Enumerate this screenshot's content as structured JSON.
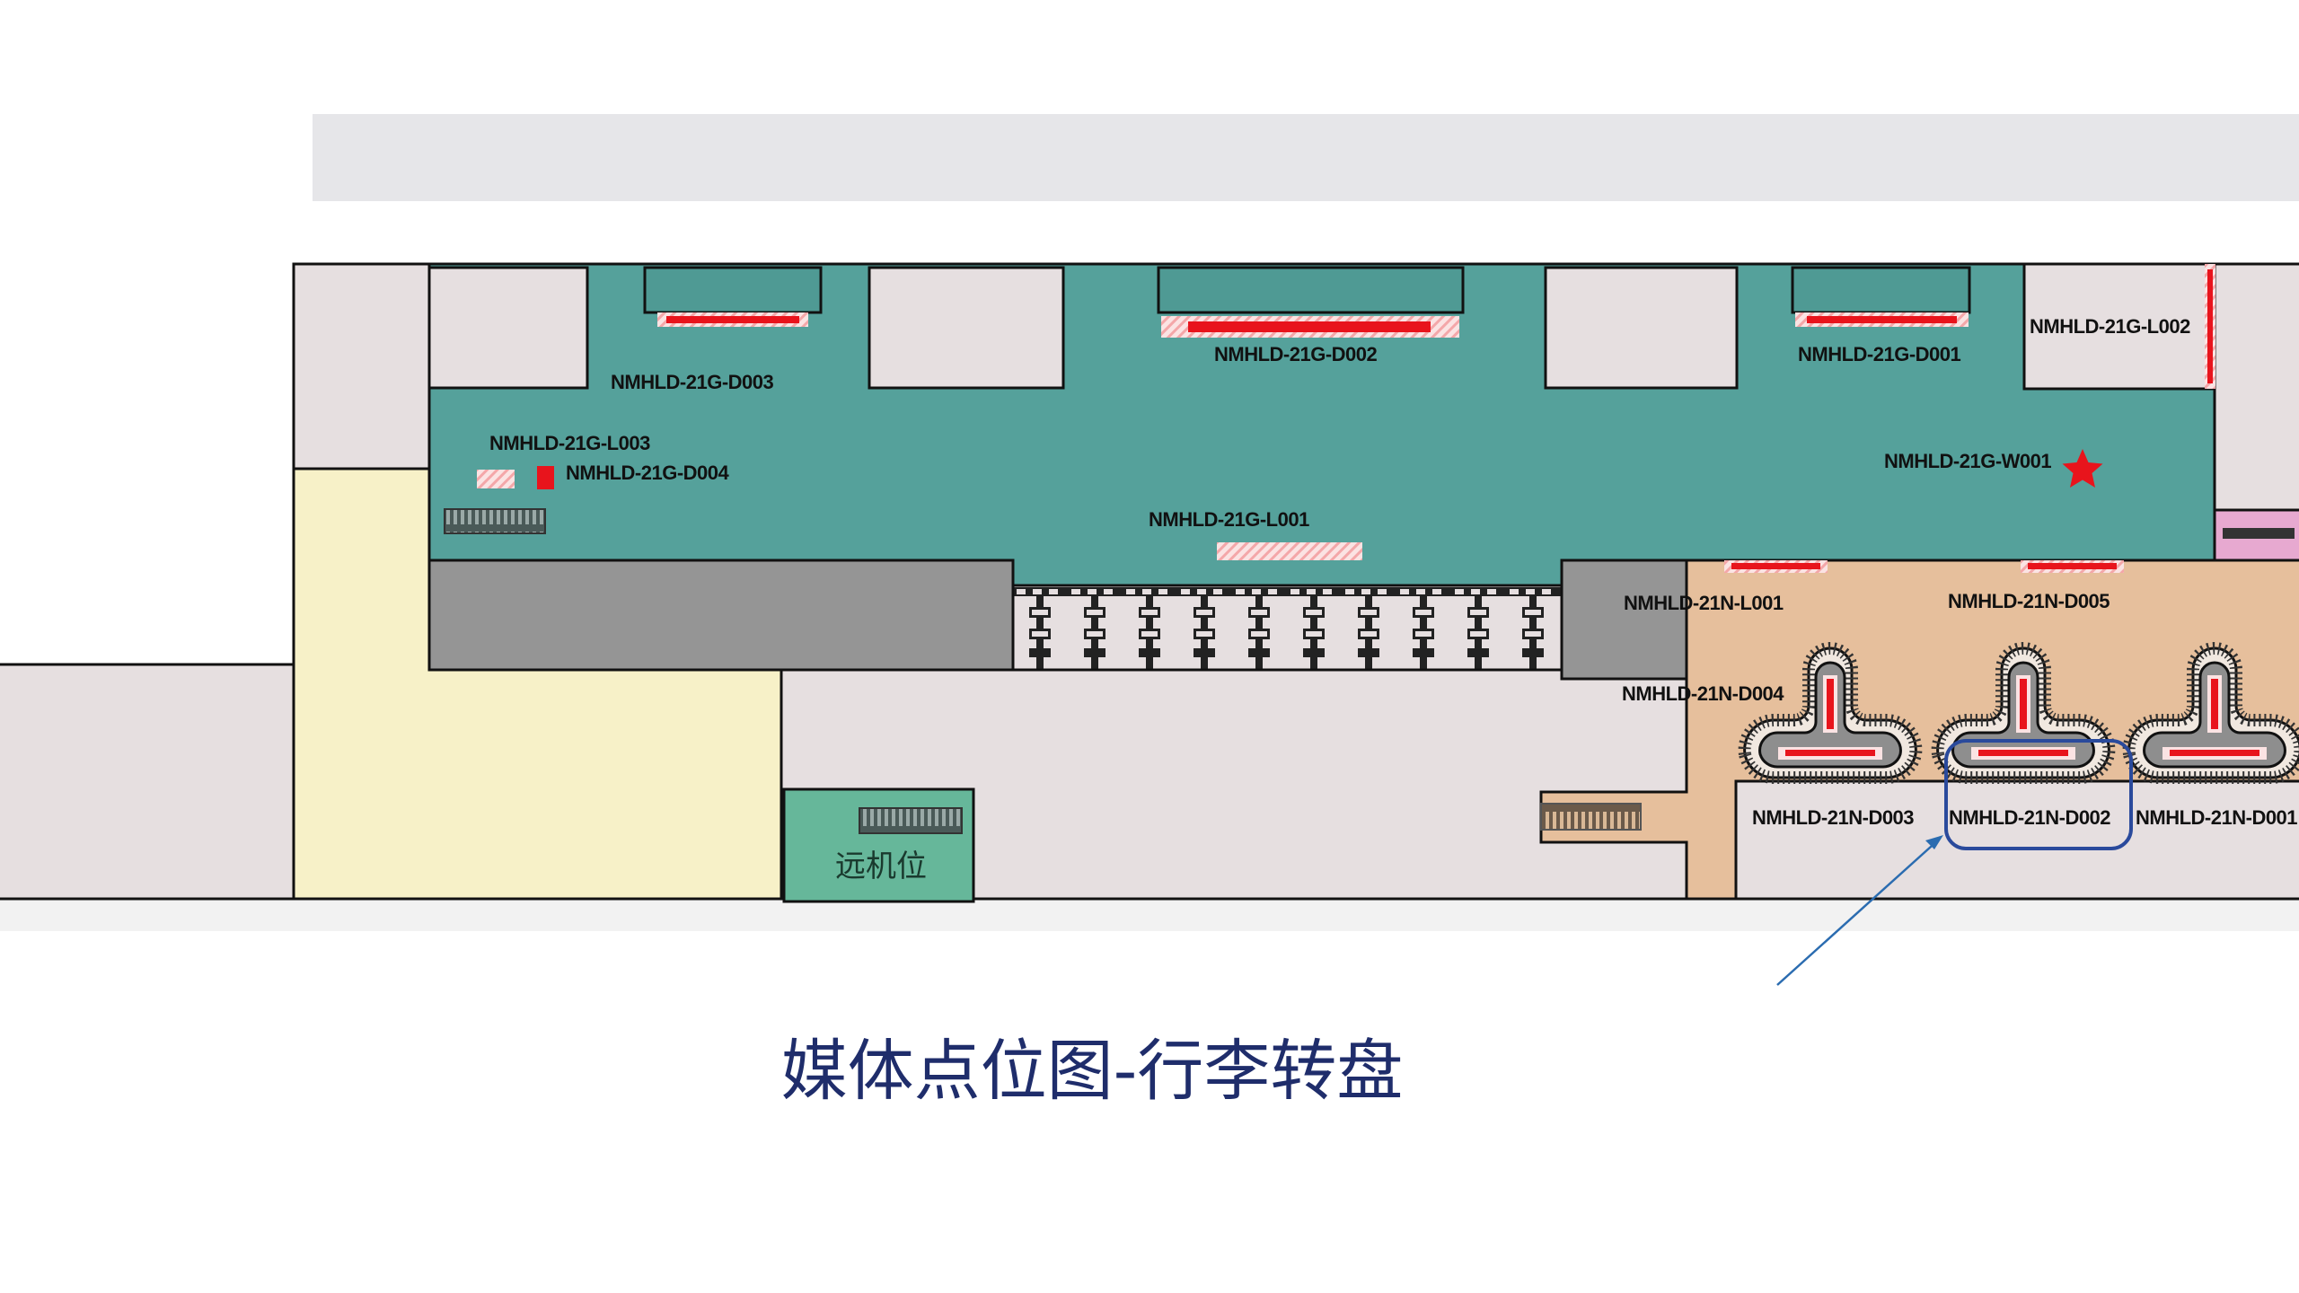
{
  "title": "媒体点位图-行李转盘",
  "remote_stand_label": "远机位",
  "colors": {
    "teal_zone": "#55a19b",
    "tan_zone": "#e6bf9c",
    "yellow_zone": "#f7f1c8",
    "gray_block": "#959595",
    "room": "#e6dfe0",
    "remote_stand": "#66b79a",
    "media_marker": "#e8141c",
    "highlight": "#2a4a9c",
    "title": "#1f2d6b"
  },
  "points": {
    "g_d003": "NMHLD-21G-D003",
    "g_d002": "NMHLD-21G-D002",
    "g_d001": "NMHLD-21G-D001",
    "g_l002": "NMHLD-21G-L002",
    "g_l003": "NMHLD-21G-L003",
    "g_d004": "NMHLD-21G-D004",
    "g_l001": "NMHLD-21G-L001",
    "g_w001": "NMHLD-21G-W001",
    "n_l001": "NMHLD-21N-L001",
    "n_d005": "NMHLD-21N-D005",
    "n_d004": "NMHLD-21N-D004",
    "n_d003": "NMHLD-21N-D003",
    "n_d002": "NMHLD-21N-D002",
    "n_d001": "NMHLD-21N-D001"
  },
  "highlighted_point": "NMHLD-21N-D002",
  "icons": {
    "star": "star-icon",
    "escalator": "escalator-icon",
    "carousel": "baggage-carousel-icon"
  }
}
